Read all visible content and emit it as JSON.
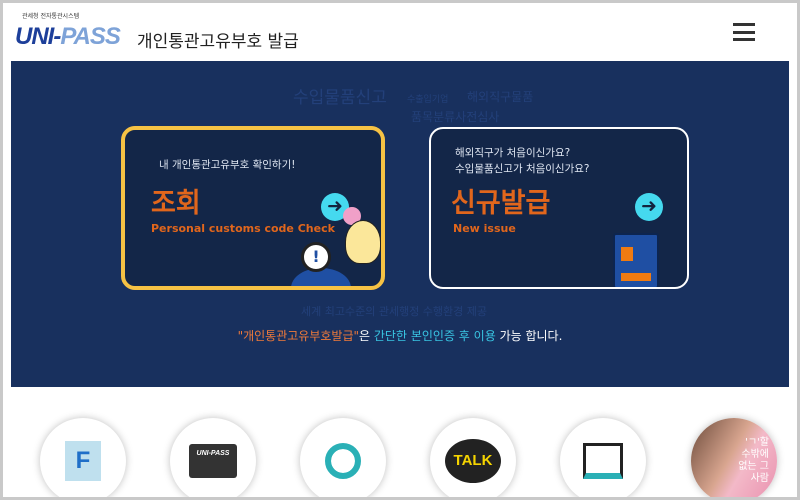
{
  "header": {
    "logo_subtitle": "관세청 전자통관시스템",
    "logo_text_a": "UNI-",
    "logo_text_b": "PASS",
    "title": "개인통관고유부호 발급",
    "menu_icon": "hamburger-icon"
  },
  "background_words": [
    "수입물품신고",
    "수출입기업",
    "해외직구물품",
    "품목분류사전심사",
    "세계 최고수준의 관세행정 수행환경 제공"
  ],
  "cards": {
    "lookup": {
      "prompt": "내 개인통관고유부호 확인하기!",
      "title": "조회",
      "subtitle": "Personal customs code Check",
      "icon": "arrow-right-icon"
    },
    "new": {
      "prompt_1": "해외직구가 처음이신가요?",
      "prompt_2": "수입물품신고가 처음이신가요?",
      "title": "신규발급",
      "subtitle": "New issue",
      "icon": "arrow-right-icon"
    }
  },
  "notice": {
    "part1": "\"개인통관고유부호발급\"",
    "part2": "은 ",
    "part3": "간단한 본인인증 후 이용",
    "part4": " 가능 합니다."
  },
  "quick_links": [
    {
      "name": "faq",
      "icon": "faq-cube-icon",
      "label": "F"
    },
    {
      "name": "unipass-manual",
      "icon": "book-globe-icon",
      "label": "UNI-PASS"
    },
    {
      "name": "mascot",
      "icon": "mascot-icon"
    },
    {
      "name": "kakao-talk",
      "icon": "talk-bubble-icon",
      "label": "TALK"
    },
    {
      "name": "remote-support",
      "icon": "monitor-people-icon"
    },
    {
      "name": "promo-video",
      "icon": "person-photo-icon",
      "label": "'ㄱ'할 수밖에 없는 그사람"
    }
  ],
  "colors": {
    "band": "#18305e",
    "accent_orange": "#e1661c",
    "accent_cyan": "#45d9ef",
    "card_highlight": "#f6c244"
  }
}
